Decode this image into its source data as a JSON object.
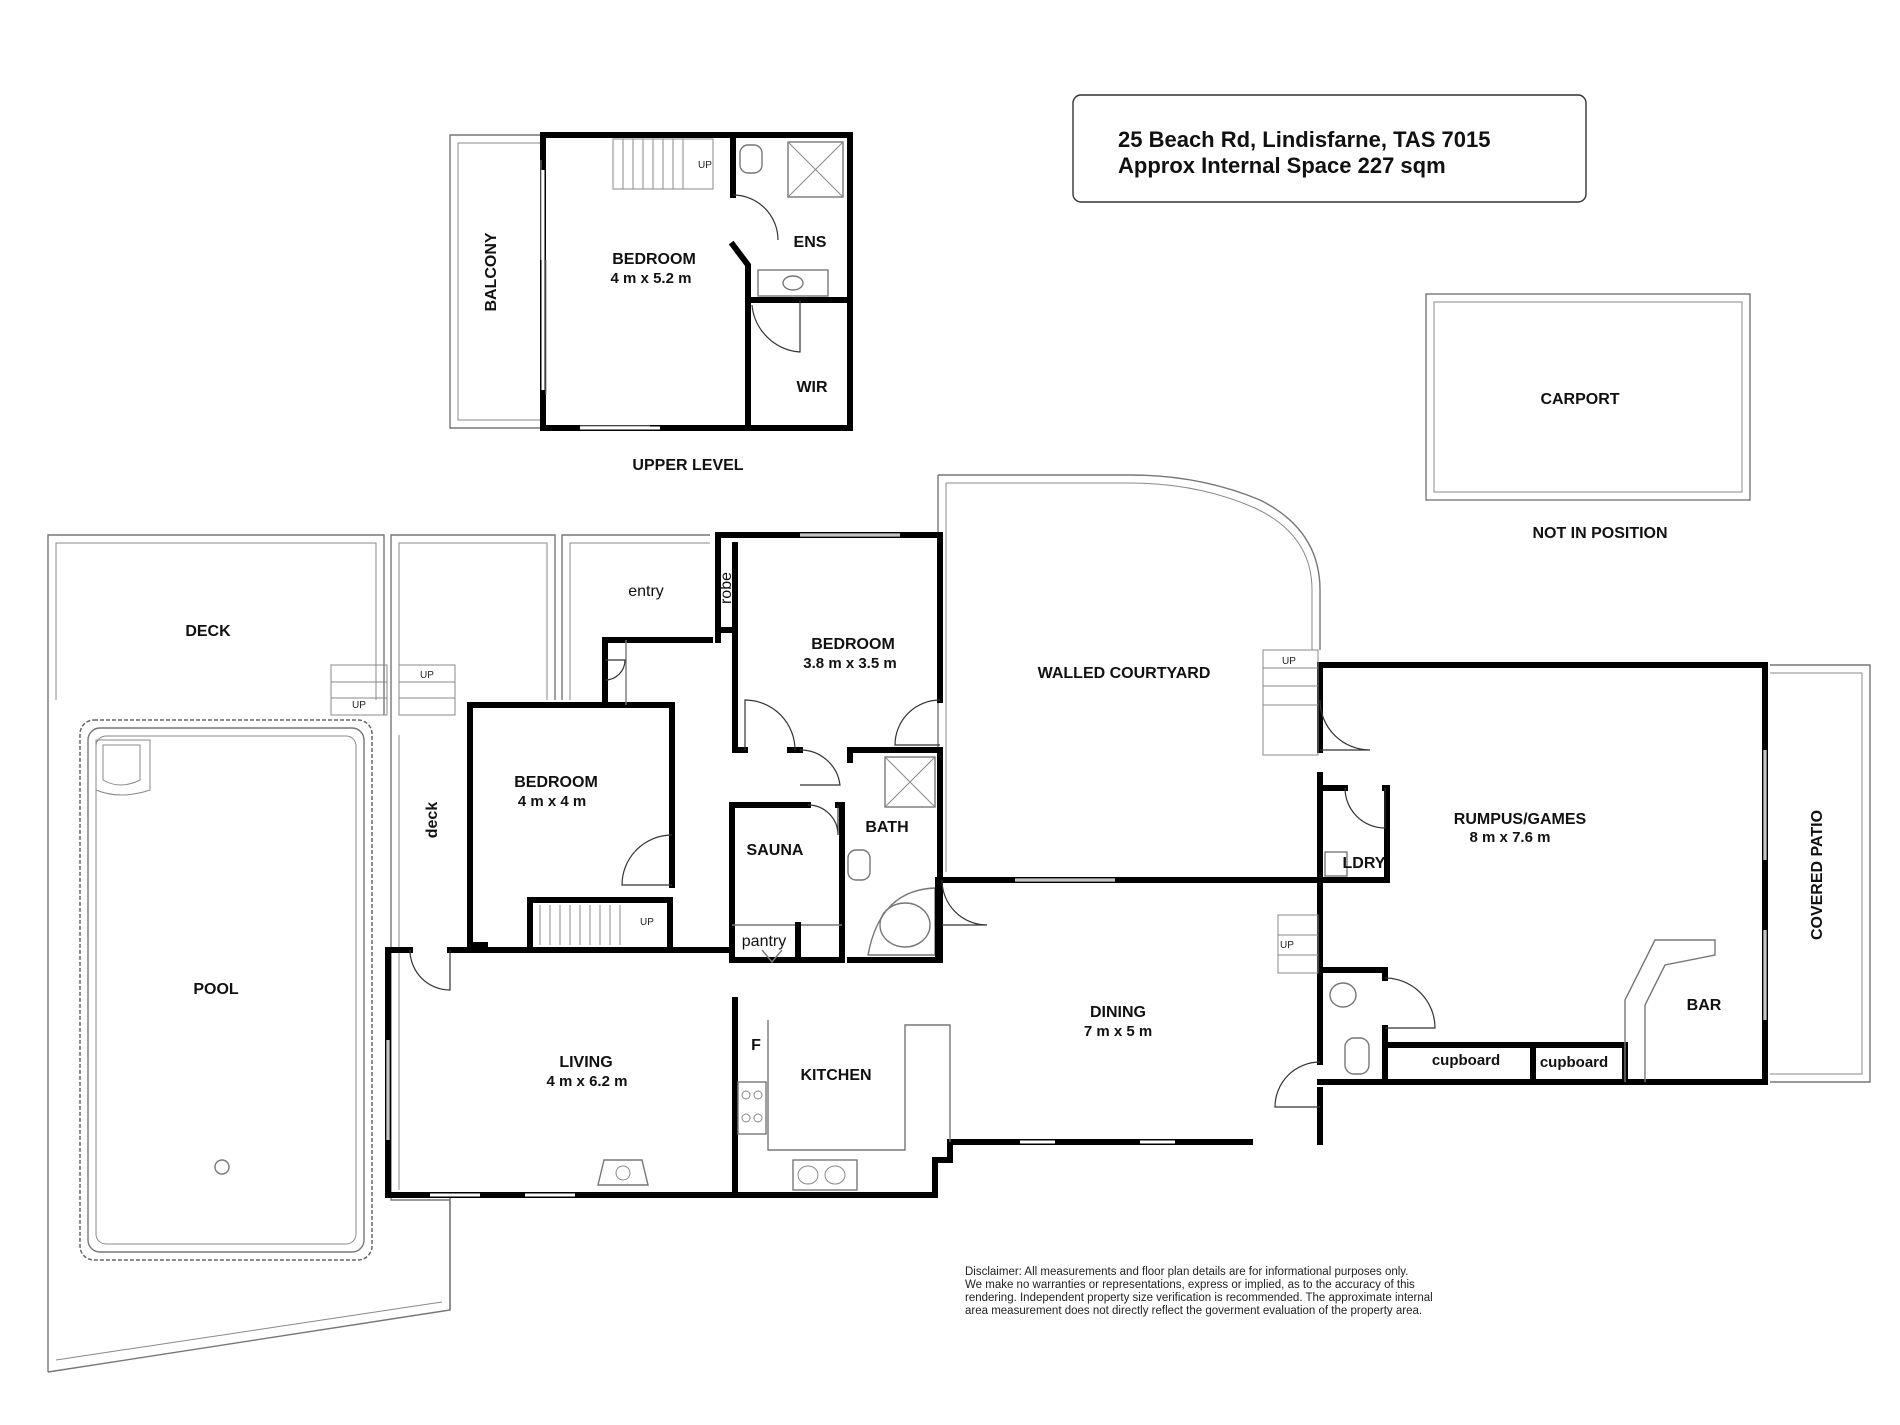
{
  "header": {
    "address": "25 Beach Rd, Lindisfarne, TAS 7015",
    "area": "Approx Internal Space 227 sqm"
  },
  "upper": {
    "level_label": "UPPER LEVEL",
    "balcony": "BALCONY",
    "bedroom": "BEDROOM",
    "bedroom_dim": "4 m x 5.2 m",
    "ens": "ENS",
    "wir": "WIR",
    "stair_up": "UP"
  },
  "carport": {
    "label": "CARPORT",
    "note": "NOT IN POSITION"
  },
  "ground": {
    "deck": "DECK",
    "deck_small": "deck",
    "pool": "POOL",
    "entry": "entry",
    "robe": "robe",
    "bedroom1": "BEDROOM",
    "bedroom1_dim": "4 m x 4 m",
    "bedroom2": "BEDROOM",
    "bedroom2_dim": "3.8 m x 3.5 m",
    "sauna": "SAUNA",
    "bath": "BATH",
    "pantry": "pantry",
    "walled_courtyard": "WALLED COURTYARD",
    "living": "LIVING",
    "living_dim": "4 m x 6.2 m",
    "kitchen": "KITCHEN",
    "fridge": "F",
    "dining": "DINING",
    "dining_dim": "7 m x 5 m",
    "ldry": "LDRY",
    "rumpus": "RUMPUS/GAMES",
    "rumpus_dim": "8 m x 7.6 m",
    "bar": "BAR",
    "cupboard1": "cupboard",
    "cupboard2": "cupboard",
    "covered_patio": "COVERED PATIO",
    "stair_up": "UP"
  },
  "disclaimer": [
    "Disclaimer: All measurements and floor plan details are for informational purposes only.",
    " We  make no warranties or representations, express or implied, as to the accuracy of this",
    "rendering. Independent property size verification is recommended. The approximate internal",
    "area measurement does not directly reflect the goverment evaluation of the property area."
  ]
}
